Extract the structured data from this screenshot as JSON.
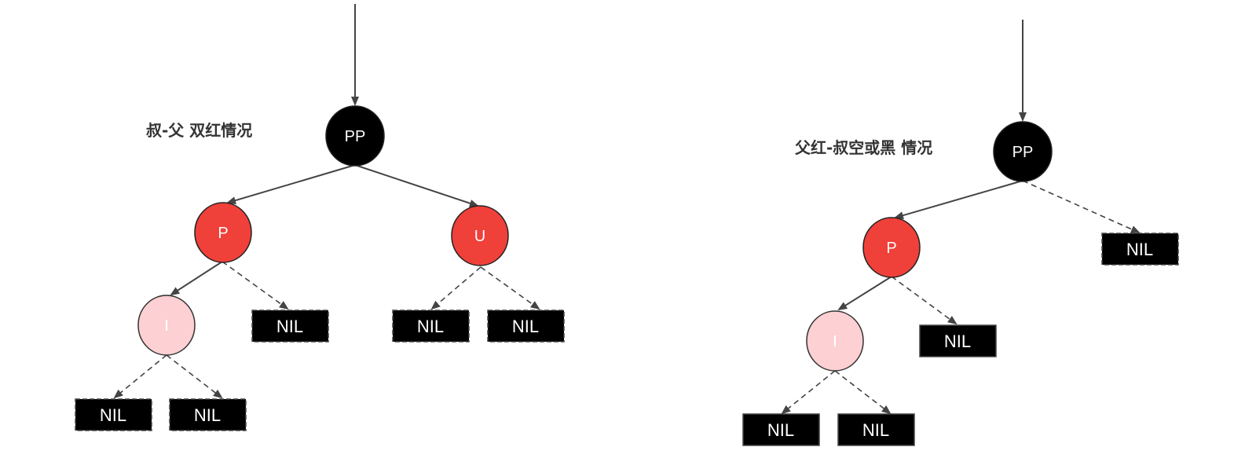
{
  "diagram1": {
    "caption": "叔-父 双红情况",
    "nodes": {
      "pp": "PP",
      "p": "P",
      "u": "U",
      "i": "I",
      "nil_p": "NIL",
      "nil_u_left": "NIL",
      "nil_u_right": "NIL",
      "nil_i_left": "NIL",
      "nil_i_right": "NIL"
    }
  },
  "diagram2": {
    "caption": "父红-叔空或黑 情况",
    "nodes": {
      "pp": "PP",
      "p": "P",
      "i": "I",
      "nil_pp": "NIL",
      "nil_p": "NIL",
      "nil_i_left": "NIL",
      "nil_i_right": "NIL"
    }
  },
  "colors": {
    "black_node": "#000000",
    "red_node": "#f0403a",
    "pink_node": "#fdd0d3",
    "edge": "#444444"
  }
}
